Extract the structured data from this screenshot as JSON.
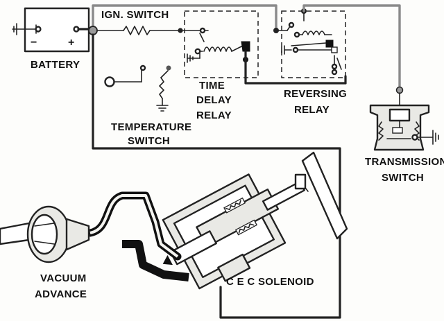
{
  "diagram": {
    "labels": {
      "battery": "BATTERY",
      "ign_switch": "IGN. SWITCH",
      "time_delay_relay_1": "TIME",
      "time_delay_relay_2": "DELAY",
      "time_delay_relay_3": "RELAY",
      "reversing_relay_1": "REVERSING",
      "reversing_relay_2": "RELAY",
      "temperature_switch_1": "TEMPERATURE",
      "temperature_switch_2": "SWITCH",
      "transmission_switch_1": "TRANSMISSION",
      "transmission_switch_2": "SWITCH",
      "vacuum_advance_1": "VACUUM",
      "vacuum_advance_2": "ADVANCE",
      "cec_solenoid": "C E C SOLENOID"
    },
    "battery_terminals": {
      "negative": "−",
      "positive": "+"
    }
  }
}
